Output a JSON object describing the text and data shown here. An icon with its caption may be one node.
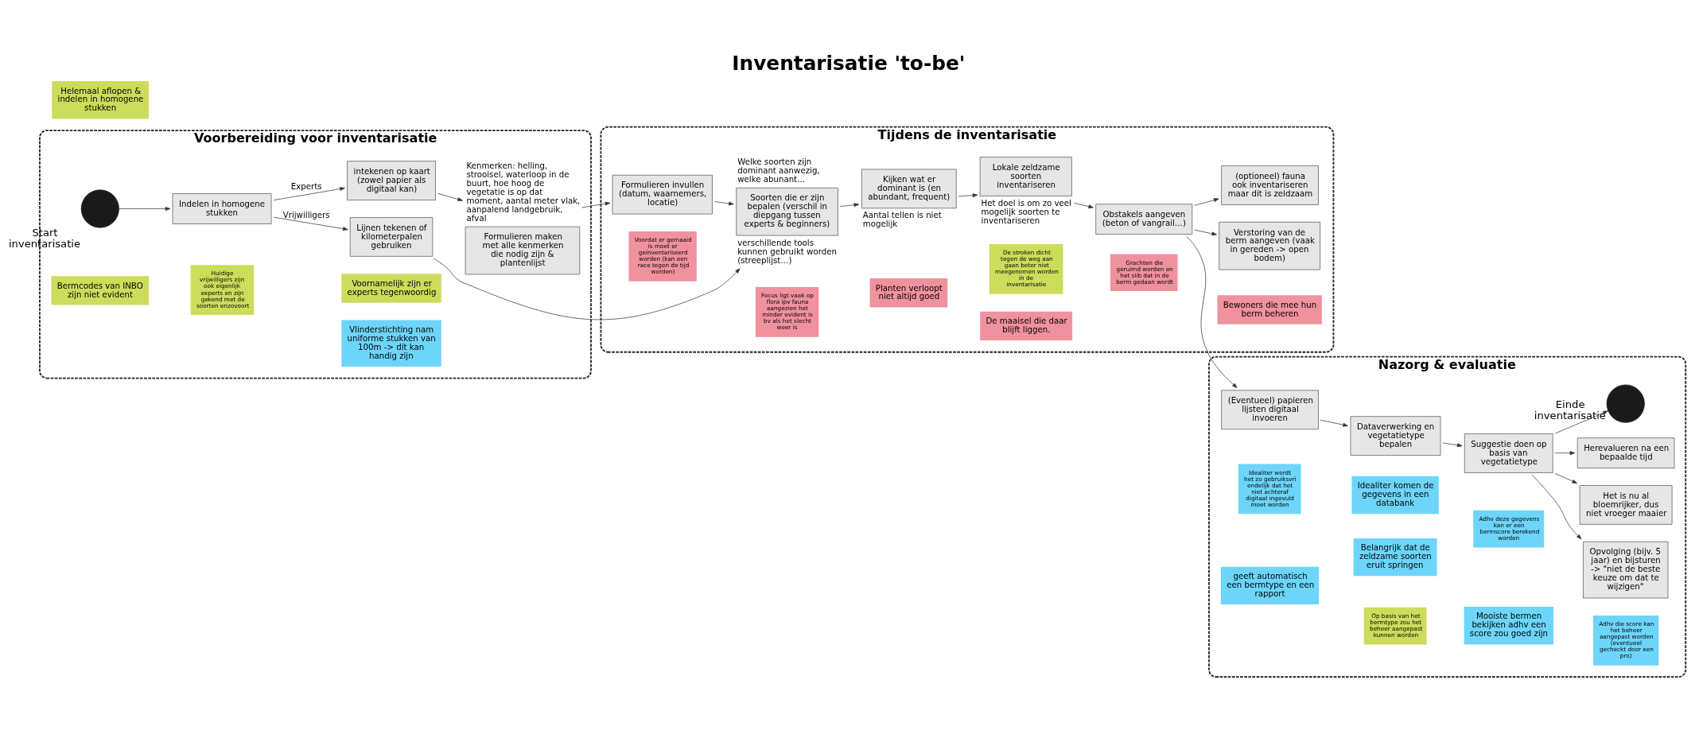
{
  "diagram": {
    "title": "Inventarisatie 'to-be'",
    "nodes": [
      {
        "text": [
          "Voorbereiding voor inventarisatie"
        ]
      },
      {
        "text": [
          "Tijdens de inventarisatie"
        ]
      },
      {
        "text": [
          "Nazorg & evaluatie"
        ]
      },
      {
        "text": [
          "Helemaal aflopen & indelen in homogene stukken"
        ]
      },
      {
        "text": [],
        "shape": "circle",
        "in": 0,
        "beside": [
          "Start inventarisatie"
        ]
      },
      {
        "text": [
          "Indelen in homogene stukken"
        ],
        "in": 0
      },
      {
        "text": [
          "intekenen op kaart (zowel papier als digitaal kan)"
        ],
        "in": 0
      },
      {
        "text": [
          "Formulieren maken met alle kenmerken die nodig zijn & plantenlijst"
        ],
        "in": 0,
        "beside": [
          "Kenmerken: helling, strooisel, waterloop in de buurt, hoe hoog de vegetatie is op dat moment, aantal meter vlak, aanpalend landgebruik, afval"
        ]
      },
      {
        "text": [
          "Lijnen tekenen of kilometerpalen gebruiken"
        ],
        "in": 0
      },
      {
        "text": [
          "Voornamelijk zijn er experts tegenwoordig"
        ],
        "in": 0
      },
      {
        "text": [
          "Bermcodes van INBO zijn niet evident"
        ],
        "in": 0
      },
      {
        "text": [
          "Huidige vrijwilligers zijn ook eigenlijk experts en zijn gekend met de soorten enzovoort"
        ],
        "in": 0
      },
      {
        "text": [
          "Vlinderstichting nam uniforme stukken van 100m -> dit kan handig zijn"
        ],
        "in": 0
      },
      {
        "text": [
          "Formulieren invullen (datum, waarnemers, locatie)"
        ],
        "in": 1
      },
      {
        "text": [
          "Soorten die er zijn bepalen (verschil in diepgang tussen experts & beginners)"
        ],
        "in": 1,
        "beside": [
          "Welke soorten zijn dominant aanwezig, welke abunant…",
          "verschillende tools kunnen gebruikt worden (streeplijst…)"
        ]
      },
      {
        "text": [
          "Kijken wat er dominant is (en abundant, frequent)"
        ],
        "in": 1,
        "beside": [
          "Aantal tellen is niet mogelijk"
        ]
      },
      {
        "text": [
          "Lokale zeldzame soorten inventariseren"
        ],
        "in": 1,
        "beside": [
          "Het doel is om zo veel mogelijk soorten te inventariseren"
        ]
      },
      {
        "text": [
          "Obstakels aangeven (beton of vangrail…)"
        ],
        "in": 1
      },
      {
        "text": [
          "Verstoring van de berm aangeven (vaak in gereden -> open bodem)"
        ],
        "in": 1
      },
      {
        "text": [
          "(optioneel) fauna ook inventariseren maar dit is zeldzaam"
        ],
        "in": 1
      },
      {
        "text": [
          "De stroken dicht tegen de weg aan gaan beter niet meegenomen worden in de inventarisatie"
        ],
        "in": 1
      },
      {
        "text": [
          "Voordat er gemaaid is moet er geinventariseerd worden (kan een race tegen de tijd worden)"
        ],
        "in": 1
      },
      {
        "text": [
          "Focus ligt vaak op flora ipv fauna aangezien het minder evident is bv als het slecht weer is"
        ],
        "in": 1
      },
      {
        "text": [
          "Planten verloopt niet altijd goed"
        ],
        "in": 1
      },
      {
        "text": [
          "De maaisel die daar blijft liggen."
        ],
        "in": 1
      },
      {
        "text": [
          "Grachten die geruimd worden en het slib dat in de berm gedaan wordt"
        ],
        "in": 1
      },
      {
        "text": [
          "Bewoners die mee hun berm beheren"
        ],
        "in": 1
      },
      {
        "text": [
          "(Eventueel) papieren lijsten digitaal invoeren"
        ],
        "in": 2
      },
      {
        "text": [
          "Dataverwerking en vegetatietype bepalen"
        ],
        "in": 2
      },
      {
        "text": [
          "Suggestie doen op basis van vegetatietype"
        ],
        "in": 2
      },
      {
        "text": [
          "Opvolging (bijv. 5 jaar) en bijsturen -> \"niet de beste keuze om dat te wijzigen\""
        ],
        "in": 2
      },
      {
        "text": [
          "Het is nu al bloemrijker, dus niet vroeger maaier"
        ],
        "in": 2
      },
      {
        "text": [
          "Herevalueren na een bepaalde tijd"
        ],
        "in": 2
      },
      {
        "text": [],
        "shape": "circle",
        "in": 2,
        "beside": [
          "Einde inventarisatie"
        ]
      },
      {
        "text": [
          "Idealiter wordt het zo gebruiksvriendelijk dat het niet achteraf digitaal ingevuld moet worden"
        ],
        "in": 2
      },
      {
        "text": [
          "Idealiter komen de gegevens in een databank"
        ],
        "in": 2
      },
      {
        "text": [
          "Adhv deze gegevens kan er een bermscore berekend worden"
        ],
        "in": 2
      },
      {
        "text": [
          "Adhv die score kan het beheer aangepast worden (eventueel gecheckt door een pro)"
        ],
        "in": 2
      },
      {
        "text": [
          "geeft automatisch een bermtype en een rapport"
        ],
        "in": 2
      },
      {
        "text": [
          "Belangrijk dat de zeldzame soorten eruit springen"
        ],
        "in": 2
      },
      {
        "text": [
          "Mooiste bermen bekijken adhv een score zou goed zijn"
        ],
        "in": 2
      },
      {
        "text": [
          "Op basis van het bermtype zou het beheer aangepast kunnen worden"
        ],
        "in": 2
      }
    ],
    "edges": [
      {
        "from": 4,
        "to": 5,
        "arrow": "to"
      },
      {
        "from": 5,
        "to": 6,
        "arrow": "to",
        "label": "Experts"
      },
      {
        "from": 5,
        "to": 8,
        "arrow": "to",
        "label": "Vrijwilligers"
      },
      {
        "from": 6,
        "to": 7,
        "arrow": "to"
      },
      {
        "from": 7,
        "to": 13,
        "arrow": "to"
      },
      {
        "from": 13,
        "to": 14,
        "arrow": "to"
      },
      {
        "from": 8,
        "to": 14,
        "arrow": "to"
      },
      {
        "from": 14,
        "to": 15,
        "arrow": "to"
      },
      {
        "from": 15,
        "to": 16,
        "arrow": "to"
      },
      {
        "from": 16,
        "to": 17,
        "arrow": "to"
      },
      {
        "from": 17,
        "to": 18,
        "arrow": "to"
      },
      {
        "from": 17,
        "to": 27,
        "arrow": "to"
      },
      {
        "from": 17,
        "to": 19,
        "arrow": "to"
      },
      {
        "from": 27,
        "to": 28,
        "arrow": "to"
      },
      {
        "from": 28,
        "to": 29,
        "arrow": "to"
      },
      {
        "from": 29,
        "to": 30,
        "arrow": "to"
      },
      {
        "from": 29,
        "to": 31,
        "arrow": "to"
      },
      {
        "from": 29,
        "to": 32,
        "arrow": "to"
      },
      {
        "from": 29,
        "to": 33,
        "arrow": "to"
      }
    ]
  }
}
